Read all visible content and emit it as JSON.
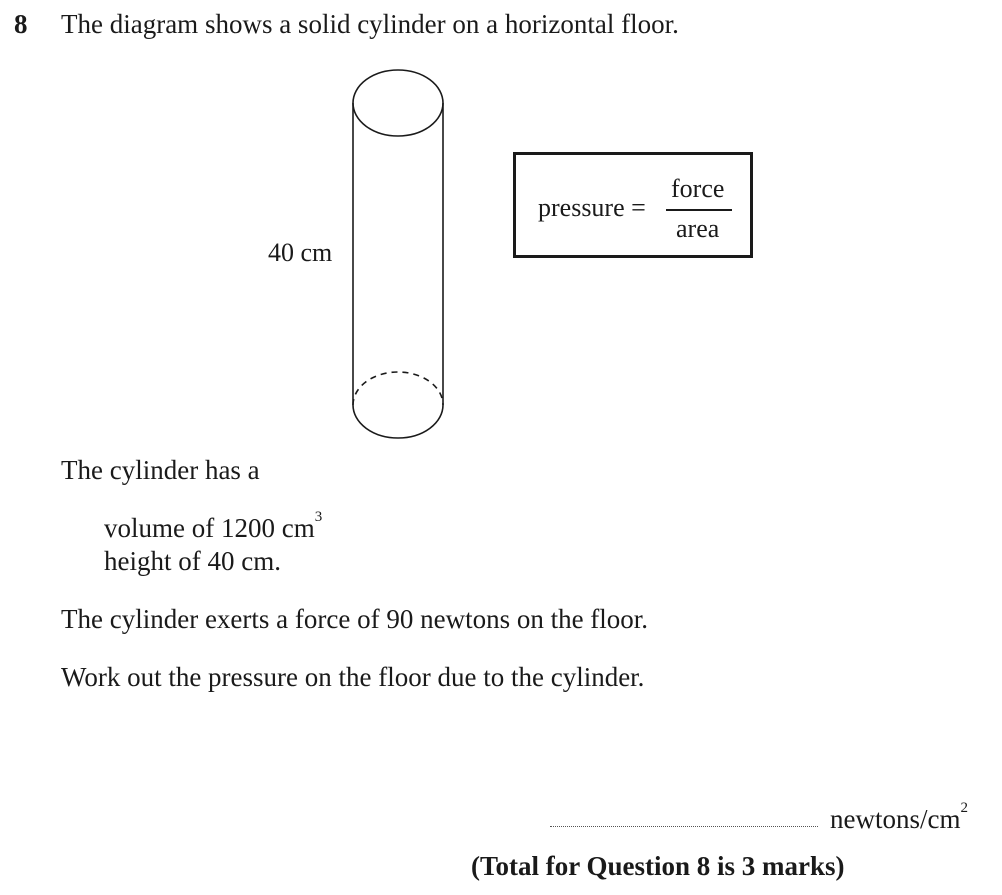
{
  "question": {
    "number": "8",
    "intro": "The diagram shows a solid cylinder on a horizontal floor.",
    "diagram": {
      "shape": "cylinder",
      "height_label": "40 cm"
    },
    "formula": {
      "lhs": "pressure =",
      "numerator": "force",
      "denominator": "area"
    },
    "given_intro": "The cylinder has a",
    "given": [
      {
        "text": "volume of 1200 cm",
        "sup": "3"
      },
      {
        "text": "height of 40 cm.",
        "sup": ""
      }
    ],
    "force_statement": "The cylinder exerts a force of 90 newtons on the floor.",
    "task": "Work out the pressure on the floor due to the cylinder.",
    "answer": {
      "value": "",
      "units": "newtons/cm",
      "units_sup": "2"
    },
    "total": "(Total for Question 8 is 3 marks)"
  }
}
